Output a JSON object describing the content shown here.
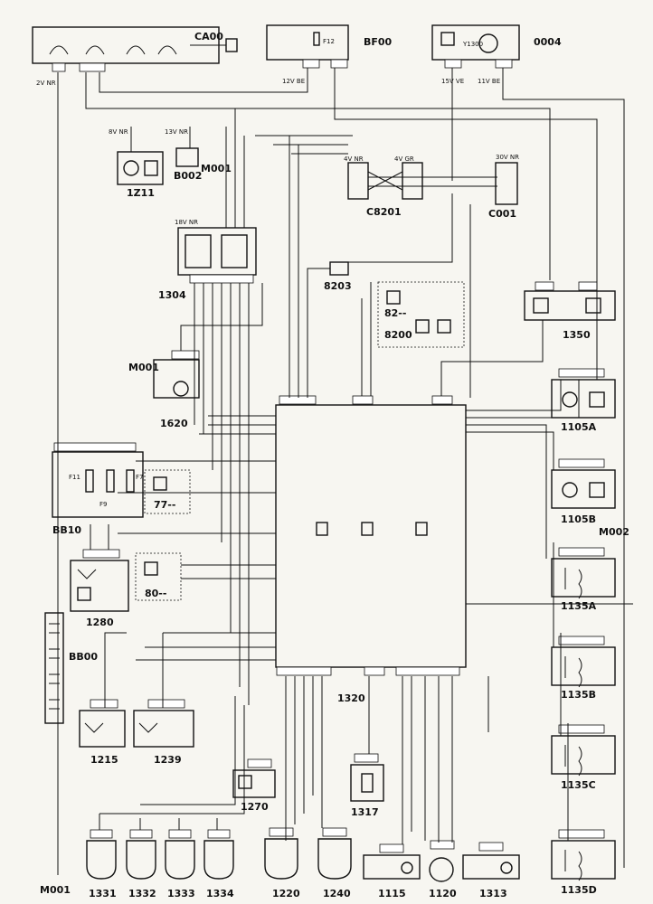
{
  "components": {
    "ca00": "CA00",
    "bf00": "BF00",
    "c0004": "0004",
    "c1211": "1Z11",
    "b002": "B002",
    "m001_top": "M001",
    "c8201": "C8201",
    "c001": "C001",
    "r1304": "1304",
    "d8203": "8203",
    "c82": "82--",
    "c8200": "8200",
    "c1350": "1350",
    "m001_mid": "M001",
    "c1620": "1620",
    "c1105a": "1105A",
    "bb10": "BB10",
    "c77": "77--",
    "c1105b": "1105B",
    "m002": "M002",
    "c80": "80--",
    "c1280": "1280",
    "c1135a": "1135A",
    "bb00": "BB00",
    "c1320": "1320",
    "c1135b": "1135B",
    "c1215": "1215",
    "c1239": "1239",
    "c1135c": "1135C",
    "c1270": "1270",
    "c1317": "1317",
    "c1331": "1331",
    "c1332": "1332",
    "c1333": "1333",
    "c1334": "1334",
    "c1220": "1220",
    "c1240": "1240",
    "c1115": "1115",
    "c1120": "1120",
    "c1313": "1313",
    "c1135d": "1135D",
    "m001_bottom": "M001"
  },
  "fuse_labels": {
    "f12": "F12",
    "f11": "F11",
    "f9": "F9",
    "f7": "F7"
  },
  "connector_codes": {
    "y1300": "Y1300",
    "v15": "15V VE",
    "v11": "11V BE",
    "v30": "30V NR",
    "v4nr": "4V NR",
    "v4gr": "4V GR",
    "v18": "18V NR",
    "v8": "8V NR",
    "v13": "13V NR",
    "v12": "12V BE",
    "v2z": "2V NR"
  },
  "colors": {
    "ink": "#111111",
    "paper": "#f7f6f1"
  }
}
